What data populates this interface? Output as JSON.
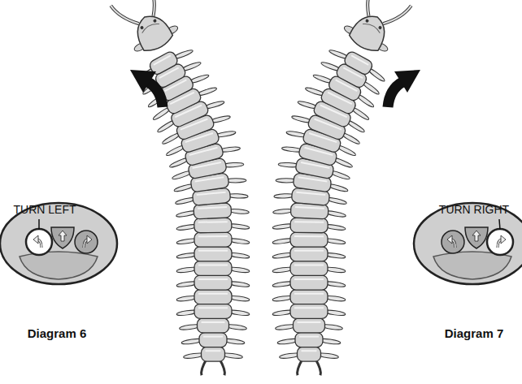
{
  "diagram": {
    "labels": [
      "TURN LEFT",
      "Diagram 6",
      "TURN RIGHT",
      "Diagram 7"
    ]
  }
}
